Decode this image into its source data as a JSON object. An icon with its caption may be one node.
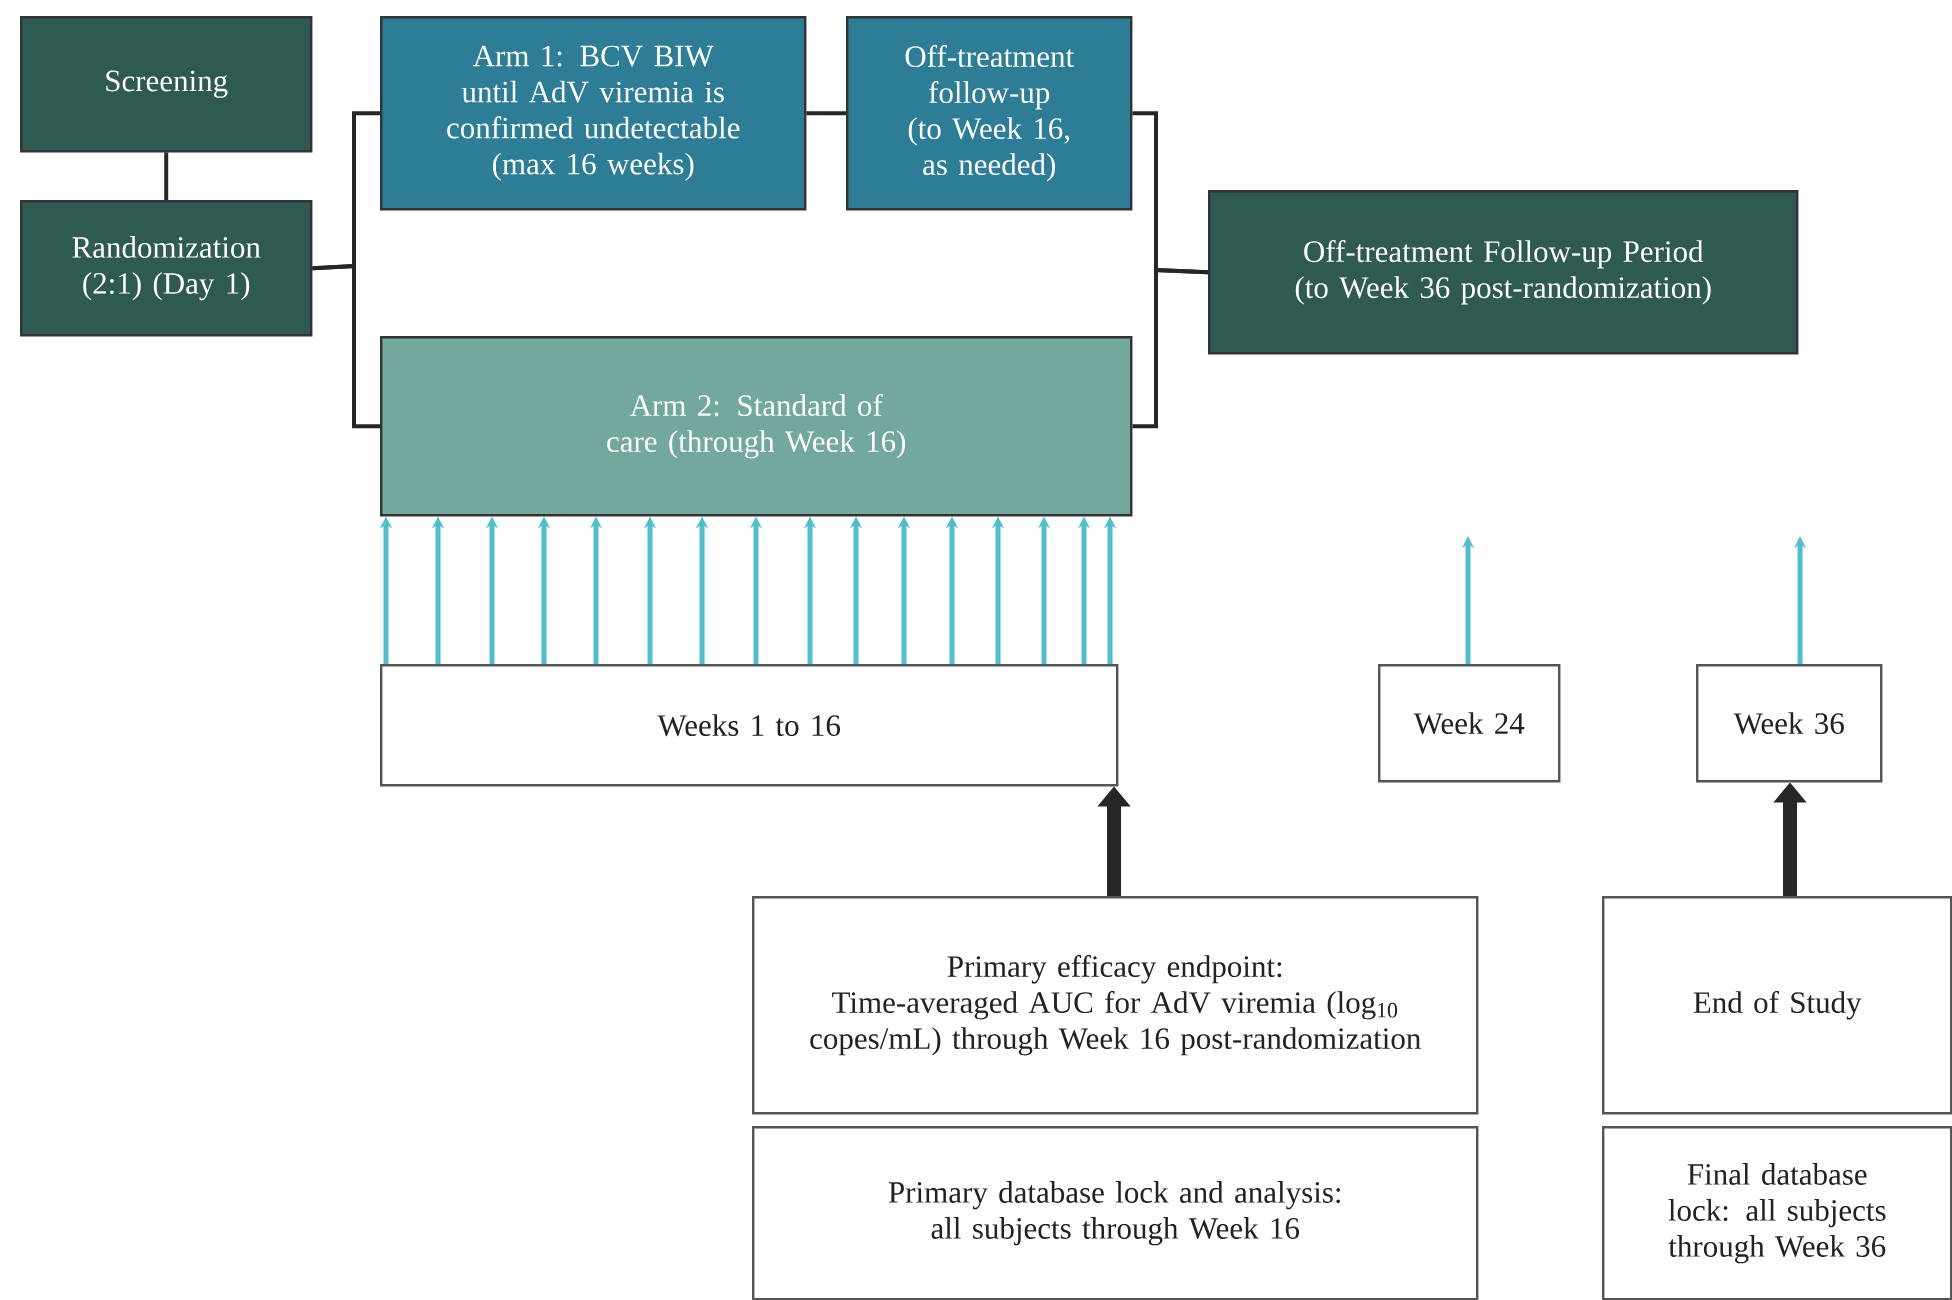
{
  "diagram": {
    "nodes": [
      {
        "text": [
          "Screening"
        ]
      },
      {
        "text": [
          "Randomization (2:1) (Day 1)"
        ]
      },
      {
        "text": [
          "Arm 1: BCV BIW until AdV viremia is confirmed undetectable (max 16 weeks)"
        ]
      },
      {
        "text": [
          "Off-treatment follow-up (to Week 16, as needed)"
        ]
      },
      {
        "text": [
          "Off-treatment Follow-up Period (to Week 36 post-randomization)"
        ]
      },
      {
        "text": [
          "Arm 2: Standard of care (through Week 16)"
        ]
      },
      {
        "text": [
          "Weeks 1 to 16"
        ]
      },
      {
        "text": [
          "Week 24"
        ]
      },
      {
        "text": [
          "Week 36"
        ]
      },
      {
        "text": [
          "Primary efficacy endpoint:",
          "Time-averaged AUC for AdV viremia (log$_{10}$ copes/mL) through Week 16 post-randomization"
        ]
      },
      {
        "text": [
          "Primary database lock and  analysis: all subjects through Week 16"
        ]
      },
      {
        "text": [
          "End of Study"
        ]
      },
      {
        "text": [
          "Final database lock: all subjects through Week 36"
        ]
      }
    ],
    "edges": [
      {
        "from": 0,
        "to": 1,
        "arrow": "none",
        "color": "#262626"
      },
      {
        "from": 1,
        "to": 2,
        "arrow": "none",
        "color": "#262626"
      },
      {
        "from": 1,
        "to": 5,
        "arrow": "none",
        "color": "#262626"
      },
      {
        "from": 2,
        "to": 3,
        "arrow": "none",
        "color": "#262626"
      },
      {
        "from": 3,
        "to": 4,
        "arrow": "none",
        "color": "#262626"
      },
      {
        "from": 5,
        "to": 4,
        "arrow": "none",
        "color": "#262626"
      },
      {
        "from": 9,
        "to": 6,
        "arrow": "to",
        "style": "thick",
        "color": "#262626"
      },
      {
        "from": 11,
        "to": 8,
        "arrow": "to",
        "style": "thick",
        "color": "#262626"
      },
      {
        "from": 6,
        "to": 5,
        "arrow": "to"
      },
      {
        "from": 6,
        "to": 5,
        "arrow": "to"
      },
      {
        "from": 6,
        "to": 5,
        "arrow": "to"
      },
      {
        "from": 6,
        "to": 5,
        "arrow": "to"
      },
      {
        "from": 6,
        "to": 5,
        "arrow": "to"
      },
      {
        "from": 6,
        "to": 5,
        "arrow": "to"
      },
      {
        "from": 6,
        "to": 5,
        "arrow": "to"
      },
      {
        "from": 6,
        "to": 5,
        "arrow": "to"
      },
      {
        "from": 6,
        "to": 5,
        "arrow": "to"
      },
      {
        "from": 6,
        "to": 5,
        "arrow": "to"
      },
      {
        "from": 6,
        "to": 5,
        "arrow": "to"
      },
      {
        "from": 6,
        "to": 5,
        "arrow": "to"
      },
      {
        "from": 6,
        "to": 5,
        "arrow": "to"
      },
      {
        "from": 6,
        "to": 5,
        "arrow": "to"
      },
      {
        "from": 6,
        "to": 5,
        "arrow": "to"
      },
      {
        "from": 6,
        "to": 5,
        "arrow": "to"
      },
      {
        "from": 7,
        "to": null,
        "arrow": "to"
      },
      {
        "from": 8,
        "to": null,
        "arrow": "to"
      }
    ]
  }
}
